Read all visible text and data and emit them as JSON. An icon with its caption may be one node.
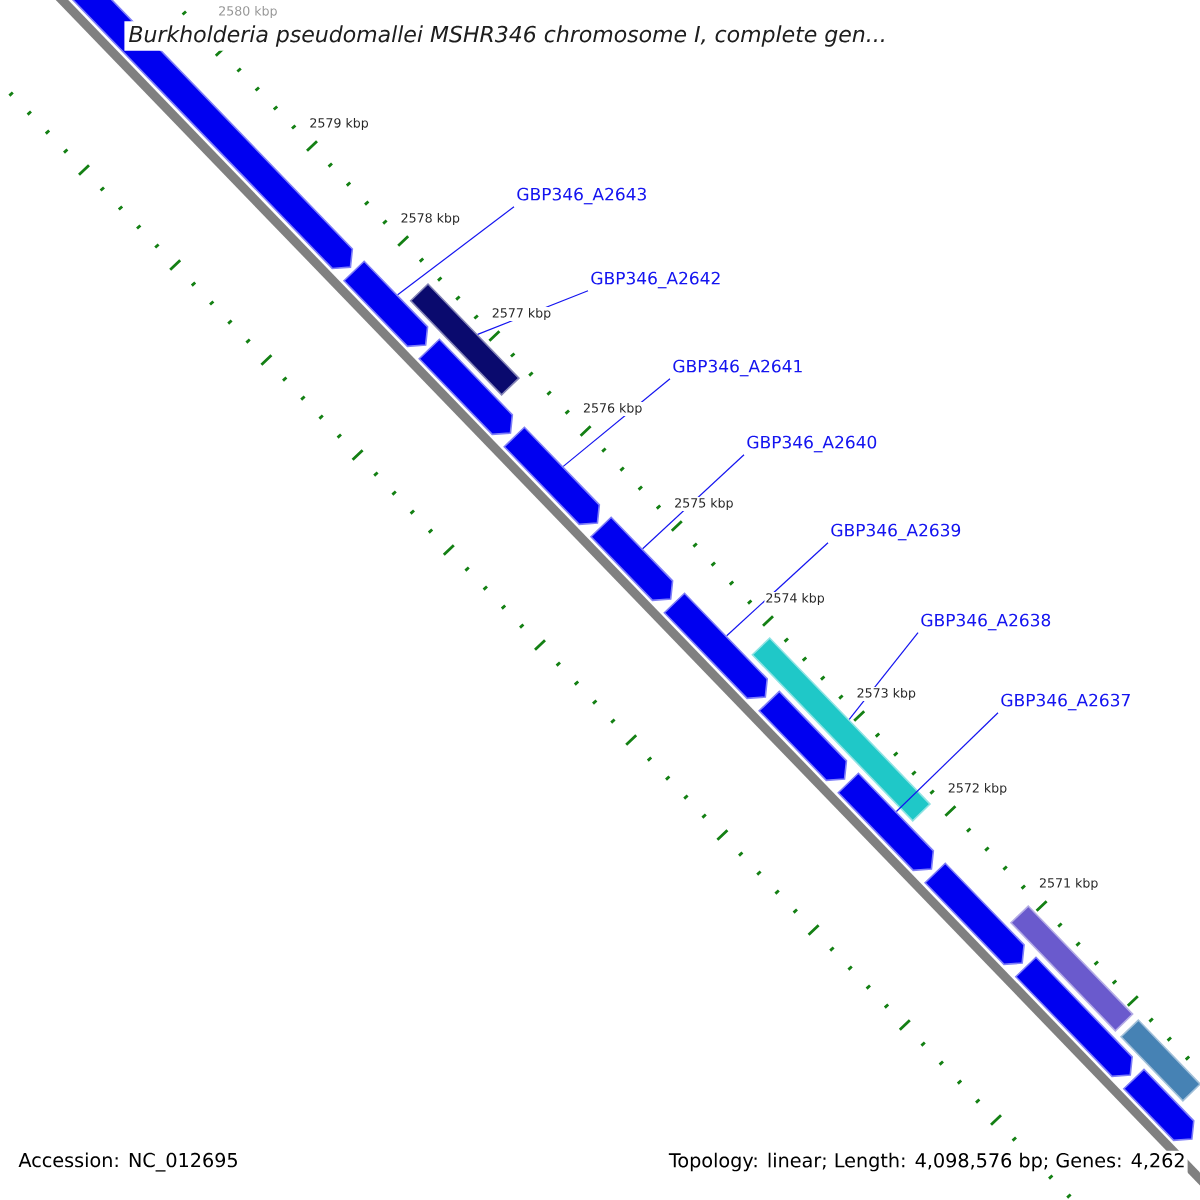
{
  "diagram": {
    "title": "*Burkholderia pseudomallei* MSHR346 chromosome I, complete gen...",
    "nodes": [
      {
        "text": [
          "GBP346_A2643"
        ]
      },
      {
        "text": [
          "GBP346_A2642"
        ]
      },
      {
        "text": [
          "GBP346_A2641"
        ]
      },
      {
        "text": [
          "GBP346_A2640"
        ]
      },
      {
        "text": [
          "GBP346_A2639"
        ]
      },
      {
        "text": [
          "GBP346_A2638"
        ]
      },
      {
        "text": [
          "GBP346_A2637"
        ]
      },
      {
        "text": [],
        "shape": "arrow"
      },
      {
        "text": [],
        "shape": "arrow"
      },
      {
        "text": [],
        "shape": "bar"
      },
      {
        "text": [],
        "shape": "arrow"
      },
      {
        "text": [],
        "shape": "arrow"
      },
      {
        "text": [],
        "shape": "arrow"
      },
      {
        "text": [],
        "shape": "arrow"
      },
      {
        "text": [],
        "shape": "bar"
      },
      {
        "text": [],
        "shape": "arrow"
      },
      {
        "text": [],
        "shape": "arrow"
      },
      {
        "text": [],
        "shape": "arrow"
      },
      {
        "text": [],
        "shape": "bar"
      },
      {
        "text": [],
        "shape": "arrow"
      },
      {
        "text": [],
        "shape": "bar"
      },
      {
        "text": [],
        "shape": "arrow"
      }
    ],
    "edges": [
      {
        "from": 0,
        "to": 8,
        "arrow": "none"
      },
      {
        "from": 1,
        "to": 9,
        "arrow": "none"
      },
      {
        "from": 2,
        "to": 11,
        "arrow": "none"
      },
      {
        "from": 3,
        "to": 12,
        "arrow": "none"
      },
      {
        "from": 4,
        "to": 13,
        "arrow": "none"
      },
      {
        "from": 5,
        "to": 14,
        "arrow": "none"
      },
      {
        "from": 6,
        "to": 16,
        "arrow": "none"
      }
    ],
    "labels": [
      "2580 kbp",
      "2579 kbp",
      "2578 kbp",
      "2577 kbp",
      "2576 kbp",
      "2575 kbp",
      "2574 kbp",
      "2573 kbp",
      "2572 kbp",
      "2571 kbp",
      "Accession: NC_012695",
      "Topology: linear; Length: 4,098,576 bp; Genes: 4,262"
    ]
  }
}
